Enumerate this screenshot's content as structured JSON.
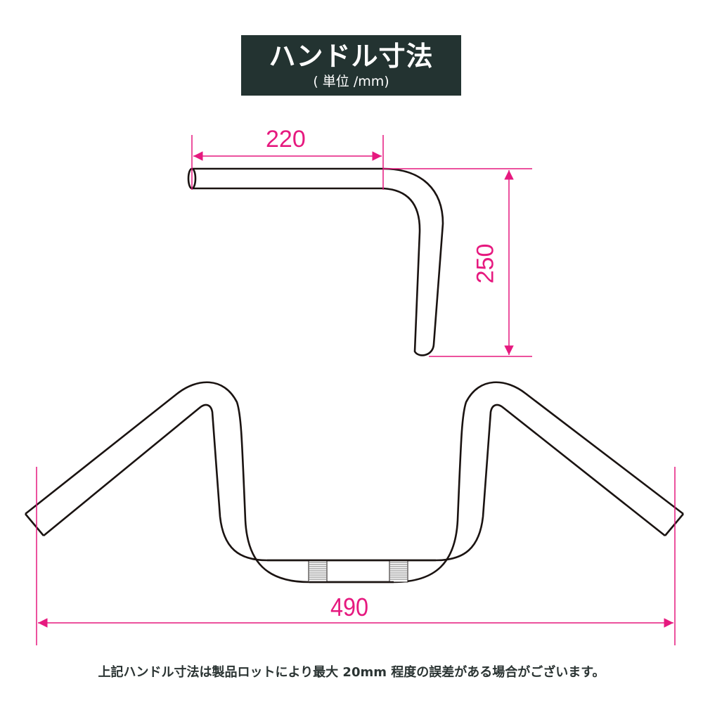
{
  "header": {
    "title": "ハンドル寸法",
    "unit_label": "( 単位 /mm)",
    "background_color": "#233331",
    "text_color": "#ffffff"
  },
  "dimensions": {
    "grip_length": {
      "label": "220",
      "value": 220,
      "unit": "mm"
    },
    "rise_height": {
      "label": "250",
      "value": 250,
      "unit": "mm"
    },
    "overall_width": {
      "label": "490",
      "value": 490,
      "unit": "mm"
    },
    "dimension_color": "#e6197f"
  },
  "drawing": {
    "views": [
      "side-view",
      "front-view"
    ],
    "outline_color": "#1a1311",
    "knurling_marks": 2
  },
  "footer": {
    "note": "上記ハンドル寸法は製品ロットにより最大 20mm 程度の誤差がある場合がございます。"
  }
}
